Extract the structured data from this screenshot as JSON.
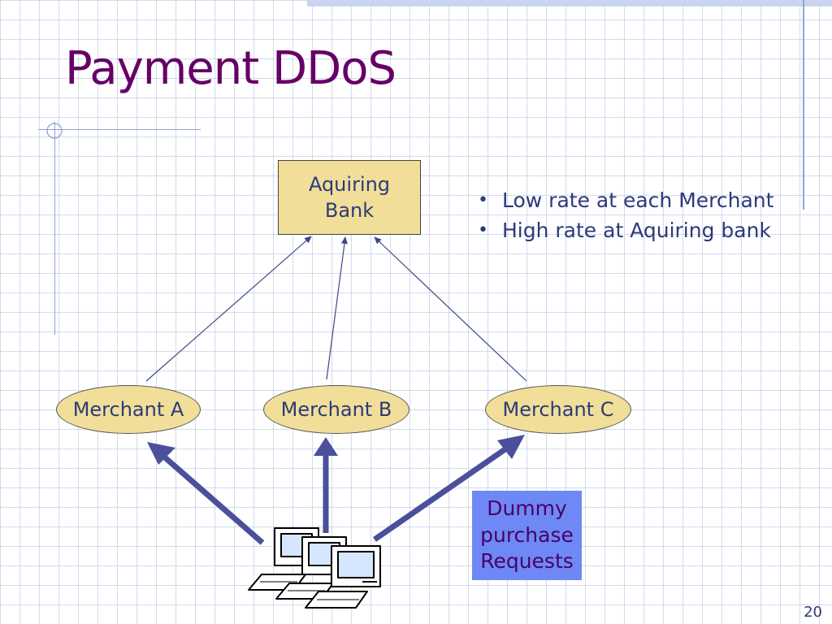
{
  "slide": {
    "title": "Payment DDoS",
    "page_number": "20"
  },
  "diagram": {
    "bank": {
      "line1": "Aquiring",
      "line2": "Bank"
    },
    "merchants": [
      "Merchant A",
      "Merchant B",
      "Merchant C"
    ],
    "note": {
      "line1": "Dummy",
      "line2": "purchase",
      "line3": "Requests"
    },
    "computers_icon": "networked-computers-icon"
  },
  "bullets": [
    "Low rate at each Merchant",
    "High rate at Aquiring bank"
  ],
  "colors": {
    "title": "#660066",
    "text": "#2c3a7a",
    "shape_fill": "#f1de98",
    "note_fill": "#6e88f5",
    "arrow": "#4b4f9c",
    "grid": "#b0bcde"
  }
}
